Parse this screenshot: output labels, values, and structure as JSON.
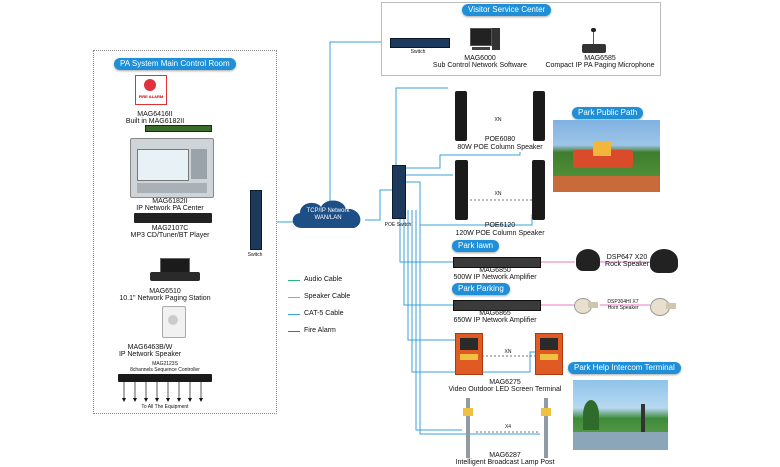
{
  "groups": {
    "control_room": "PA System Main Control Room",
    "visitor_center": "Visitor Service Center",
    "park_public_path": "Park Public Path",
    "park_lawn": "Park lawn",
    "park_parking": "Park Parking",
    "park_help": "Park Help Intercom Terminal"
  },
  "network": {
    "cloud_line1": "TCP/IP Network",
    "cloud_line2": "WAN/LAN",
    "switch_left": "Switch",
    "switch_poe": "POE Switch",
    "switch_top": "Switch"
  },
  "devices": {
    "fire_alarm": "FIRE ALARM",
    "mag6416_1": "MAG6416II",
    "mag6416_2": "Built in MAG6182II",
    "mag6182_1": "MAG6182II",
    "mag6182_2": "IP Network PA Center",
    "mag2107_1": "MAG2107C",
    "mag2107_2": "MP3 CD/Tuner/BT Player",
    "mag6510_1": "MAG6510",
    "mag6510_2": "10.1\" Network Paging Station",
    "mag6463_1": "MAG6463B/W",
    "mag6463_2": "IP Network Speaker",
    "mag2123_1": "MAG2123S",
    "mag2123_2": "8channels Sequence Controller",
    "all_equipment": "To All The Equipment",
    "mag6000_1": "MAG6000",
    "mag6000_2": "Sub Control Network Software",
    "mag6585_1": "MAG6585",
    "mag6585_2": "Compact IP PA Paging Microphone",
    "poe6080_1": "POE6080",
    "poe6080_2": "80W POE Column Speaker",
    "poe6120_1": "POE6120",
    "poe6120_2": "120W POE Column Speaker",
    "mag6850_1": "MAG6850",
    "mag6850_2": "500W IP Network Amplifier",
    "dsp647_1": "DSP647 X20",
    "dsp647_2": "Rock Speaker",
    "mag6865_1": "MAG6865",
    "mag6865_2": "650W IP Network Amplifier",
    "dsp304_1": "DSP304HI X7",
    "dsp304_2": "Horn Speaker",
    "mag6275_1": "MAG6275",
    "mag6275_2": "Video Outdoor LED Screen Terminal",
    "mag6287_1": "MAG6287",
    "mag6287_2": "Intelligent Broadcast Lamp Post",
    "xn1": "XN",
    "xn2": "XN",
    "xn3": "XN",
    "x4": "X4"
  },
  "legend": {
    "audio": "Audio Cable",
    "speaker": "Speaker Cable",
    "cat5": "CAT-5 Cable",
    "fire": "Fire  Alarm"
  },
  "colors": {
    "audio": "#2bb673",
    "speaker": "#e879c7",
    "cat5": "#3aa0d8",
    "fire": "#e0323c",
    "accent": "#1f8fd8"
  }
}
